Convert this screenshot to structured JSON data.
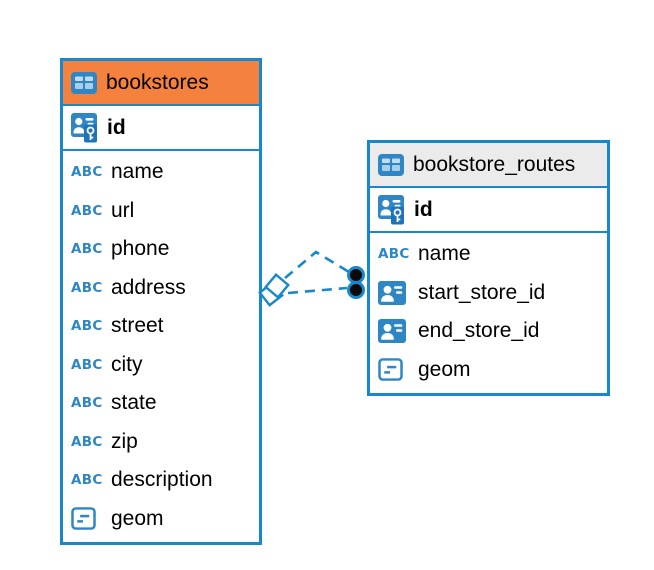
{
  "canvas": {
    "background": "#ffffff"
  },
  "colors": {
    "accent_blue": "#1788CB",
    "icon_blue": "#2E86C5",
    "header_orange": "#F5813E",
    "header_gray": "#EBEBEB",
    "connector_dot_black": "#0a0a0a",
    "text_black": "#000000"
  },
  "icons": {
    "abc_label": "ABC"
  },
  "tables": [
    {
      "name": "bookstores",
      "header_style": "orange-highlighted",
      "pk": "id",
      "pk_icon": "primary-key-user-icon",
      "columns": [
        {
          "name": "name",
          "icon": "text-type-abc-icon"
        },
        {
          "name": "url",
          "icon": "text-type-abc-icon"
        },
        {
          "name": "phone",
          "icon": "text-type-abc-icon"
        },
        {
          "name": "address",
          "icon": "text-type-abc-icon"
        },
        {
          "name": "street",
          "icon": "text-type-abc-icon"
        },
        {
          "name": "city",
          "icon": "text-type-abc-icon"
        },
        {
          "name": "state",
          "icon": "text-type-abc-icon"
        },
        {
          "name": "zip",
          "icon": "text-type-abc-icon"
        },
        {
          "name": "description",
          "icon": "text-type-abc-icon"
        },
        {
          "name": "geom",
          "icon": "geometry-type-icon"
        }
      ]
    },
    {
      "name": "bookstore_routes",
      "header_style": "gray",
      "pk": "id",
      "pk_icon": "primary-key-user-icon",
      "columns": [
        {
          "name": "name",
          "icon": "text-type-abc-icon"
        },
        {
          "name": "start_store_id",
          "icon": "foreign-key-user-icon"
        },
        {
          "name": "end_store_id",
          "icon": "foreign-key-user-icon"
        },
        {
          "name": "geom",
          "icon": "geometry-type-icon"
        }
      ]
    }
  ],
  "relationships": [
    {
      "from": "bookstore_routes.start_store_id",
      "to": "bookstores.id",
      "line_style": "dashed",
      "source_marker": "black-dot",
      "target_marker": "open-diamond"
    },
    {
      "from": "bookstore_routes.end_store_id",
      "to": "bookstores.id",
      "line_style": "dashed",
      "source_marker": "black-dot",
      "target_marker": "open-diamond"
    }
  ]
}
